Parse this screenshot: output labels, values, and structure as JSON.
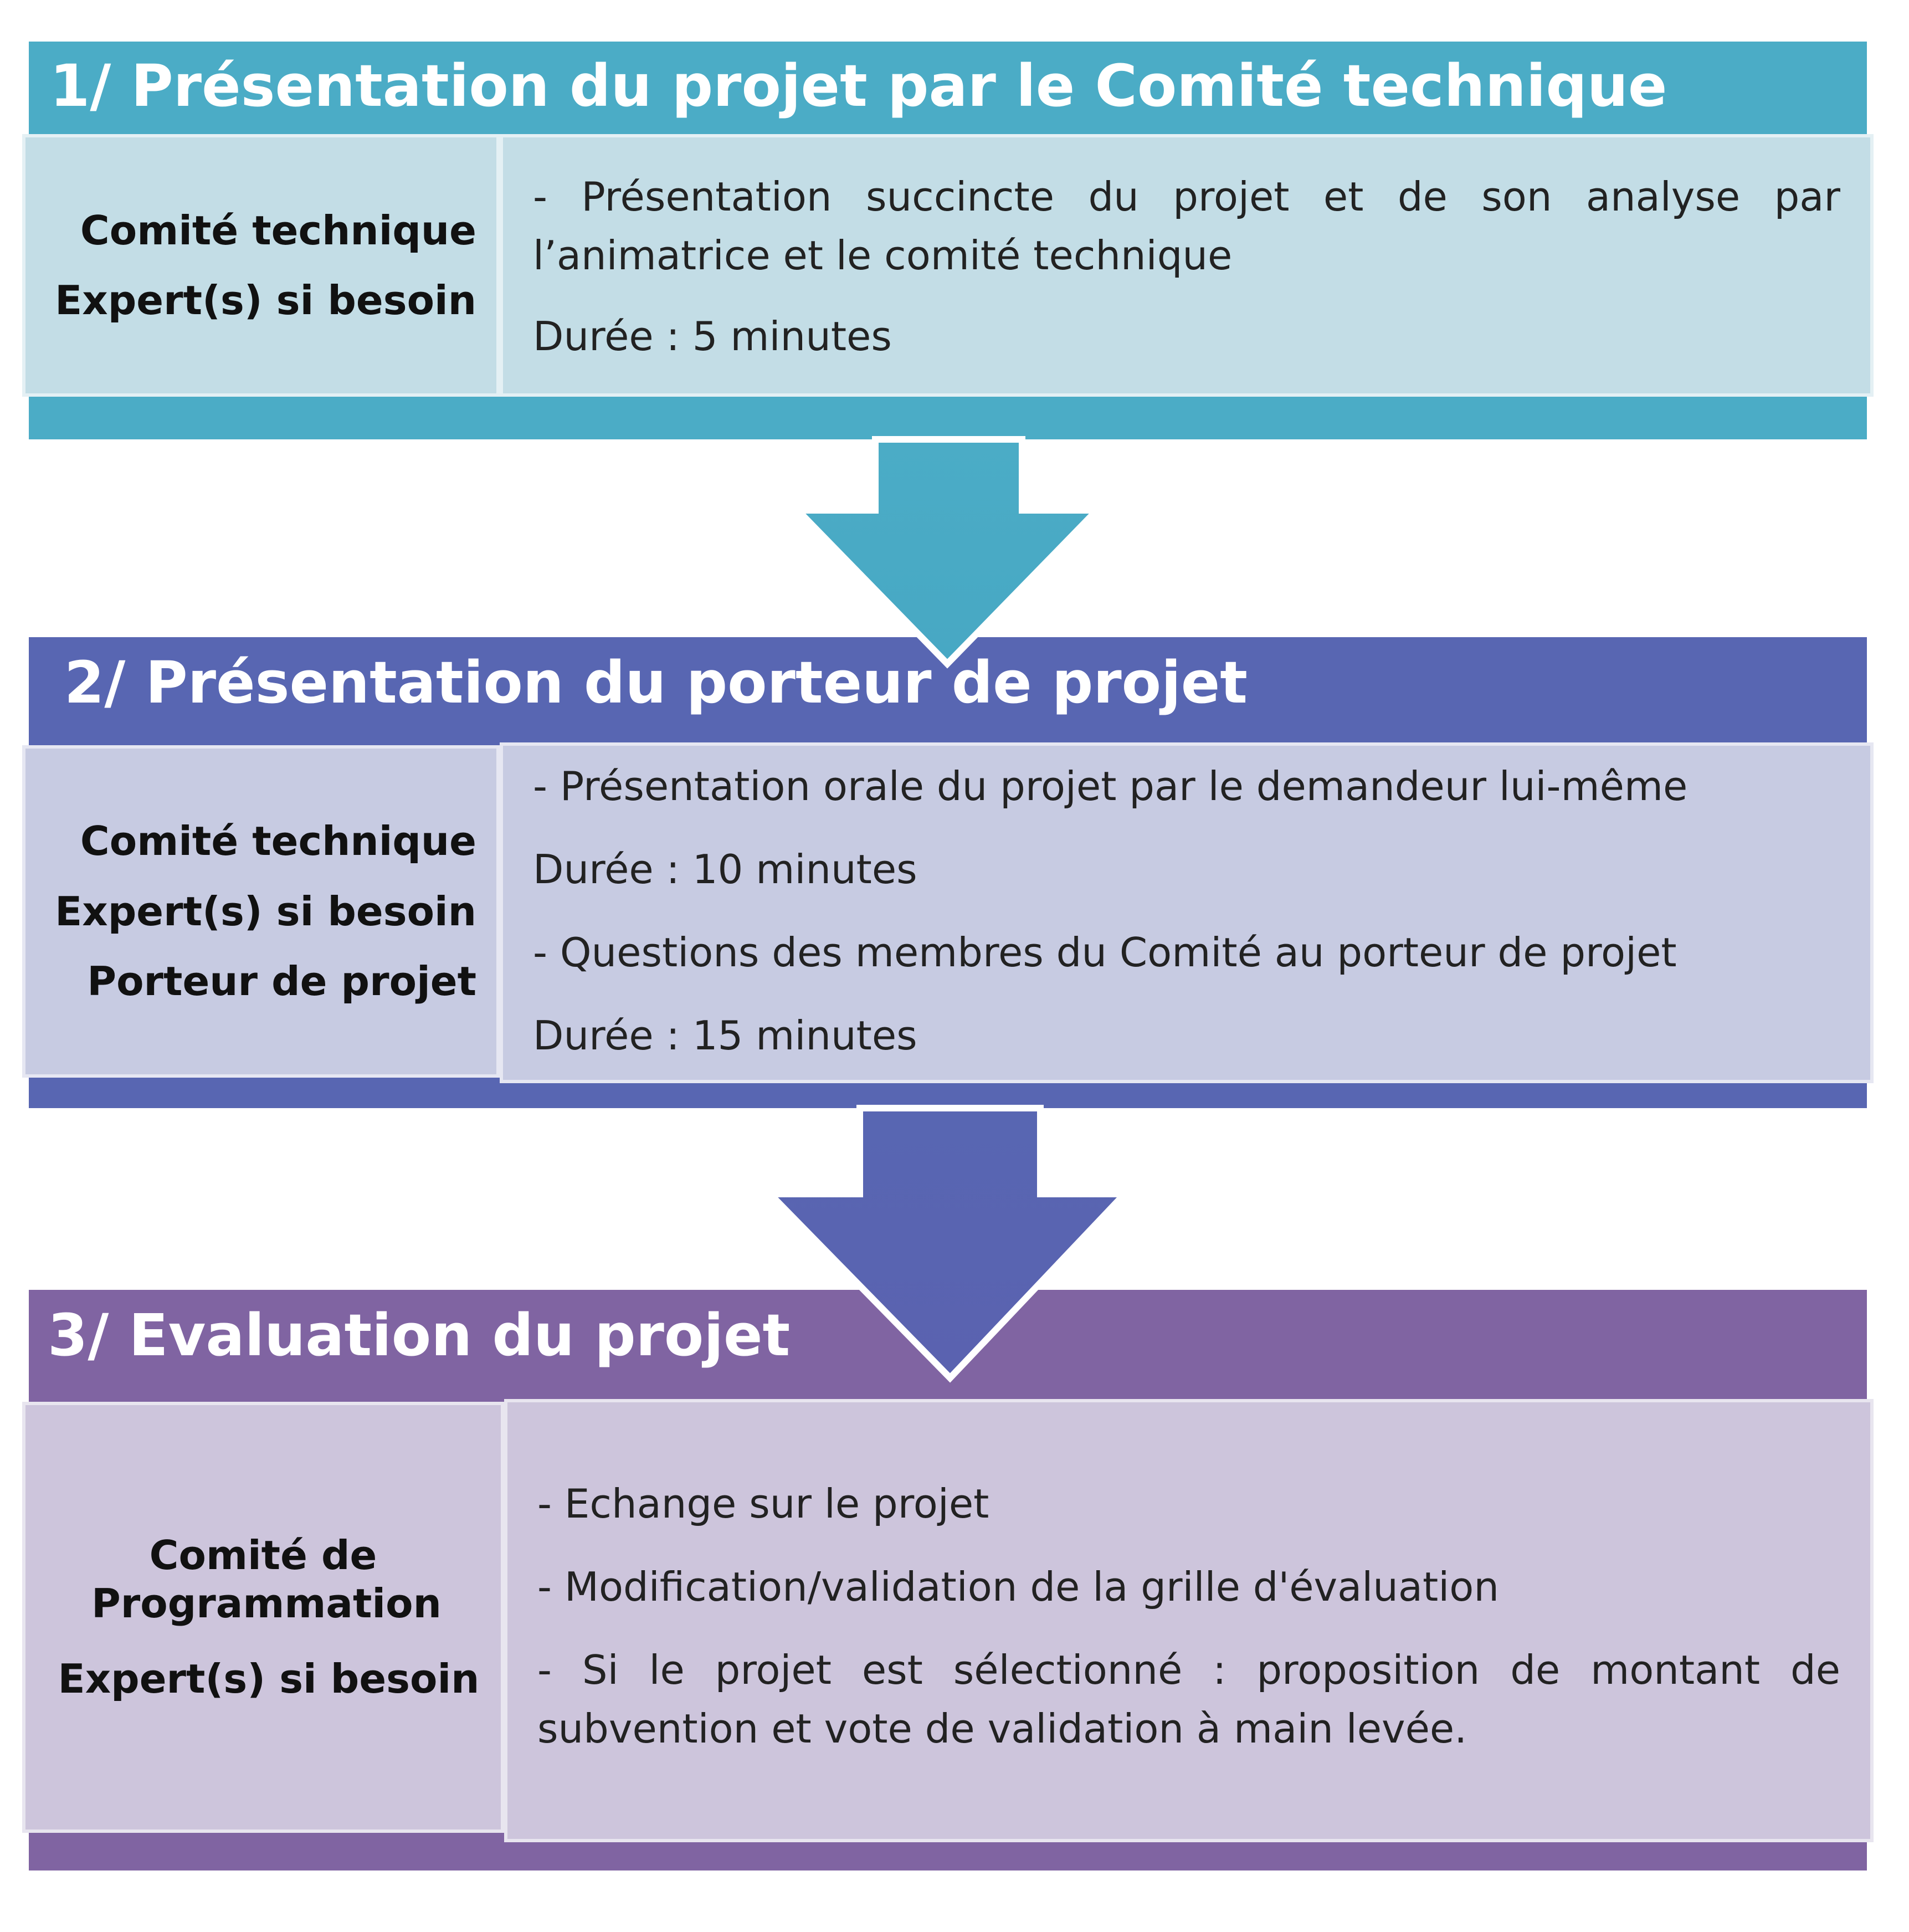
{
  "colors": {
    "step1_band": "#4bacc6",
    "step1_cell": "#c3dde6",
    "step2_band": "#5866b2",
    "step2_cell": "#c7cbe2",
    "step3_band": "#8064a2",
    "step3_cell": "#cdc5dc"
  },
  "steps": [
    {
      "title": "1/ Présentation du projet par le Comité technique",
      "participants": [
        "Comité technique",
        "Expert(s) si besoin"
      ],
      "activities": [
        "- Présentation succincte du projet et de son analyse  par l’animatrice et le comité technique",
        "Durée : 5 minutes"
      ]
    },
    {
      "title": "2/ Présentation du porteur de projet",
      "participants": [
        "Comité technique",
        "Expert(s) si besoin",
        "Porteur de projet"
      ],
      "activities": [
        "- Présentation orale du projet par le demandeur lui-même",
        "Durée : 10 minutes",
        "- Questions des membres du Comité au porteur de projet",
        "Durée : 15 minutes"
      ]
    },
    {
      "title": "3/ Evaluation du projet",
      "participants": [
        "Comité de Programmation",
        "Expert(s) si besoin"
      ],
      "activities": [
        "- Echange sur le projet",
        "- Modification/validation de la grille d'évaluation",
        "- Si le projet est sélectionné : proposition de montant de subvention et vote de validation à main levée."
      ]
    }
  ]
}
